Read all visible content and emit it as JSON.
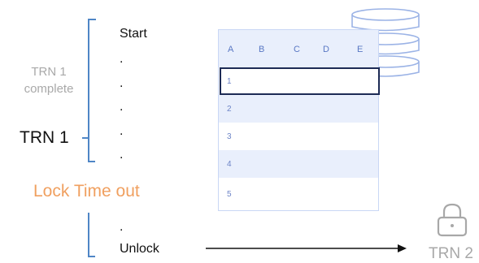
{
  "left_labels": {
    "trn_complete": "TRN 1\ncomplete",
    "trn_main": "TRN 1",
    "lock_timeout": "Lock Time out"
  },
  "steps": {
    "start": "Start",
    "dot": ".",
    "unlock": "Unlock"
  },
  "table": {
    "columns": [
      "A",
      "B",
      "C",
      "D",
      "E"
    ],
    "rows": [
      "1",
      "2",
      "3",
      "4",
      "5"
    ]
  },
  "right": {
    "trn2": "TRN 2"
  },
  "colors": {
    "bracket": "#4f86c6",
    "lock_timeout": "#f0a060",
    "table_stripe": "#e9effc",
    "selected_border": "#1d2b55"
  }
}
